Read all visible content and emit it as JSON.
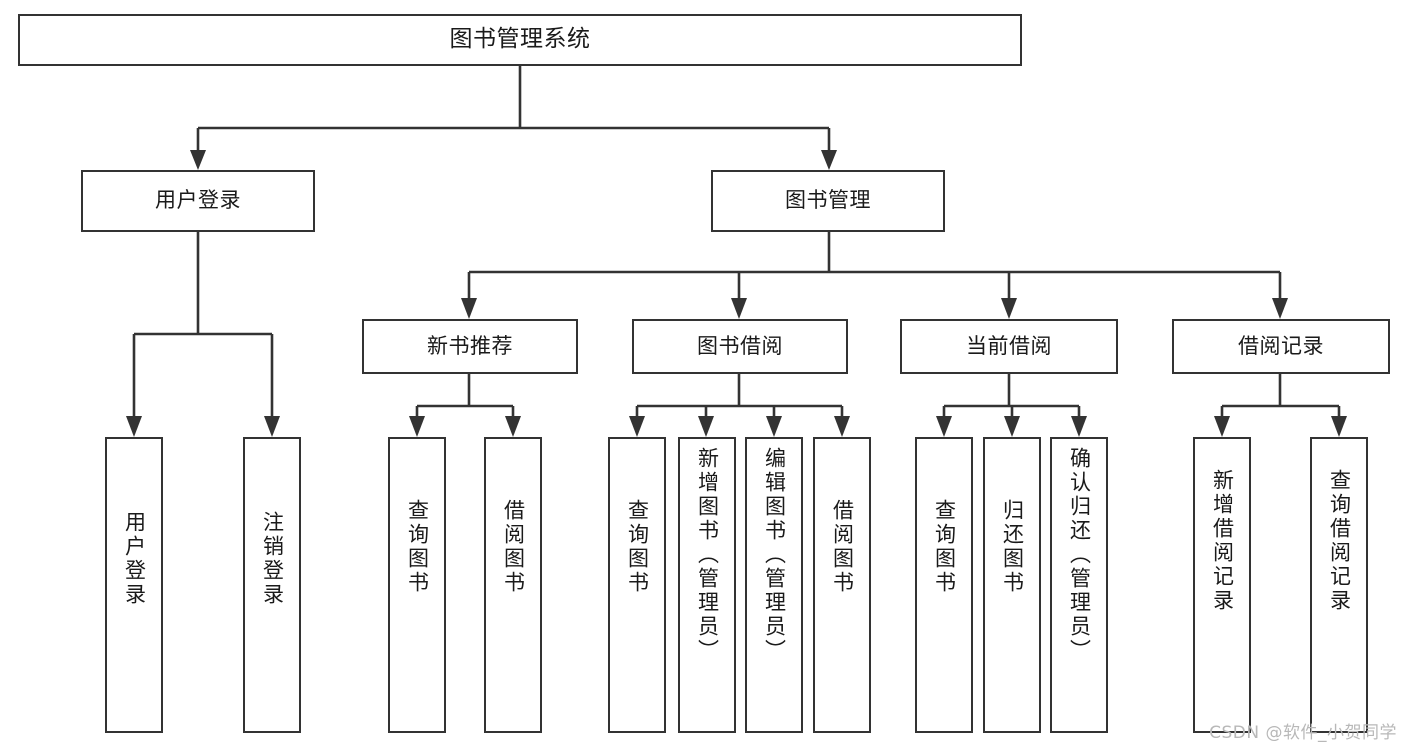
{
  "diagram": {
    "type": "tree-hierarchy",
    "title": "图书管理系统",
    "root": {
      "id": "root",
      "label": "图书管理系统"
    },
    "level2": [
      {
        "id": "user-login",
        "label": "用户登录"
      },
      {
        "id": "book-manage",
        "label": "图书管理"
      }
    ],
    "level3": [
      {
        "id": "new-book-rec",
        "label": "新书推荐",
        "parent": "book-manage"
      },
      {
        "id": "book-borrow",
        "label": "图书借阅",
        "parent": "book-manage"
      },
      {
        "id": "current-borrow",
        "label": "当前借阅",
        "parent": "book-manage"
      },
      {
        "id": "borrow-record",
        "label": "借阅记录",
        "parent": "book-manage"
      }
    ],
    "leaves": [
      {
        "id": "leaf-user-login",
        "label": "用户登录",
        "parent": "user-login"
      },
      {
        "id": "leaf-logout",
        "label": "注销登录",
        "parent": "user-login"
      },
      {
        "id": "leaf-query-book-rec",
        "label": "查询图书",
        "parent": "new-book-rec"
      },
      {
        "id": "leaf-borrow-book-rec",
        "label": "借阅图书",
        "parent": "new-book-rec"
      },
      {
        "id": "leaf-query-book-bor",
        "label": "查询图书",
        "parent": "book-borrow"
      },
      {
        "id": "leaf-add-book",
        "label": "新增图书（管理员）",
        "parent": "book-borrow"
      },
      {
        "id": "leaf-edit-book",
        "label": "编辑图书（管理员）",
        "parent": "book-borrow"
      },
      {
        "id": "leaf-borrow-book",
        "label": "借阅图书",
        "parent": "book-borrow"
      },
      {
        "id": "leaf-query-book-cur",
        "label": "查询图书",
        "parent": "current-borrow"
      },
      {
        "id": "leaf-return-book",
        "label": "归还图书",
        "parent": "current-borrow"
      },
      {
        "id": "leaf-confirm-return",
        "label": "确认归还（管理员）",
        "parent": "current-borrow"
      },
      {
        "id": "leaf-add-record",
        "label": "新增借阅记录",
        "parent": "borrow-record"
      },
      {
        "id": "leaf-query-record",
        "label": "查询借阅记录",
        "parent": "borrow-record"
      }
    ]
  },
  "watermark": {
    "text": "CSDN @软件_小贺同学"
  },
  "colors": {
    "stroke": "#333333",
    "box_fill": "#ffffff",
    "text": "#1a1a1a",
    "watermark": "#b8b8b8",
    "background": "#ffffff"
  }
}
